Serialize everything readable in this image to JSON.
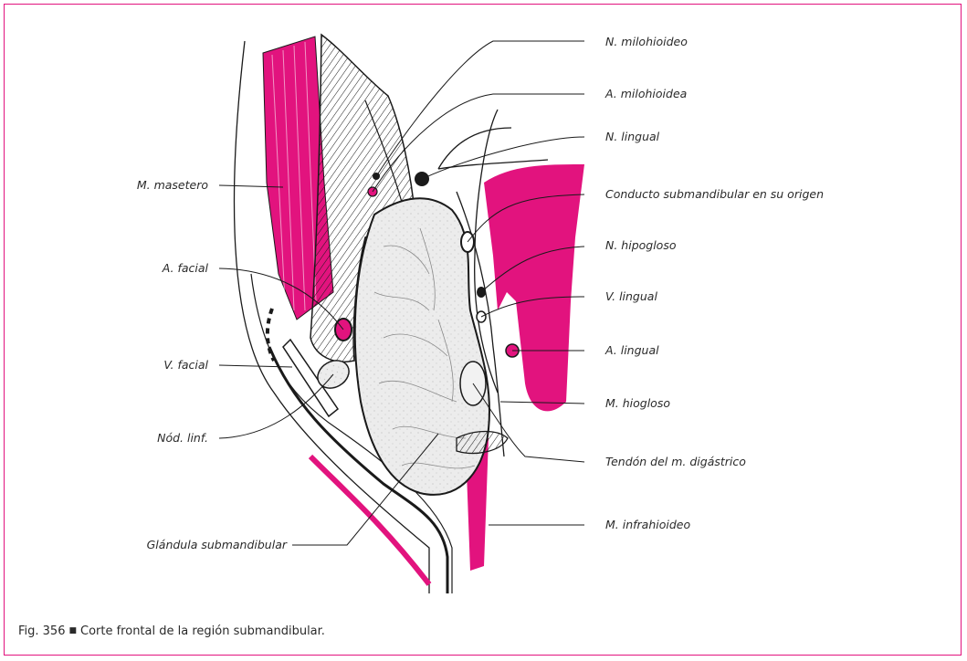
{
  "colors": {
    "accent": "#e2137e",
    "ink": "#1a1a1a",
    "gland": "#e9e9e9"
  },
  "labels": {
    "milohioideo_n": "N. milohioideo",
    "milohioidea_a": "A. milohioidea",
    "lingual_n": "N. lingual",
    "conducto": "Conducto submandibular en su origen",
    "hipogloso": "N. hipogloso",
    "lingual_v": "V. lingual",
    "lingual_a": "A. lingual",
    "hiogloso": "M. hiogloso",
    "tendon": "Tendón del m. digástrico",
    "infrahioideo": "M. infrahioideo",
    "masetero": "M. masetero",
    "facial_a": "A. facial",
    "facial_v": "V. facial",
    "nod_linf": "Nód. linf.",
    "glandula": "Glándula submandibular"
  },
  "caption": {
    "number": "Fig. 356",
    "separator": "■",
    "text": "Corte frontal de la región submandibular."
  }
}
